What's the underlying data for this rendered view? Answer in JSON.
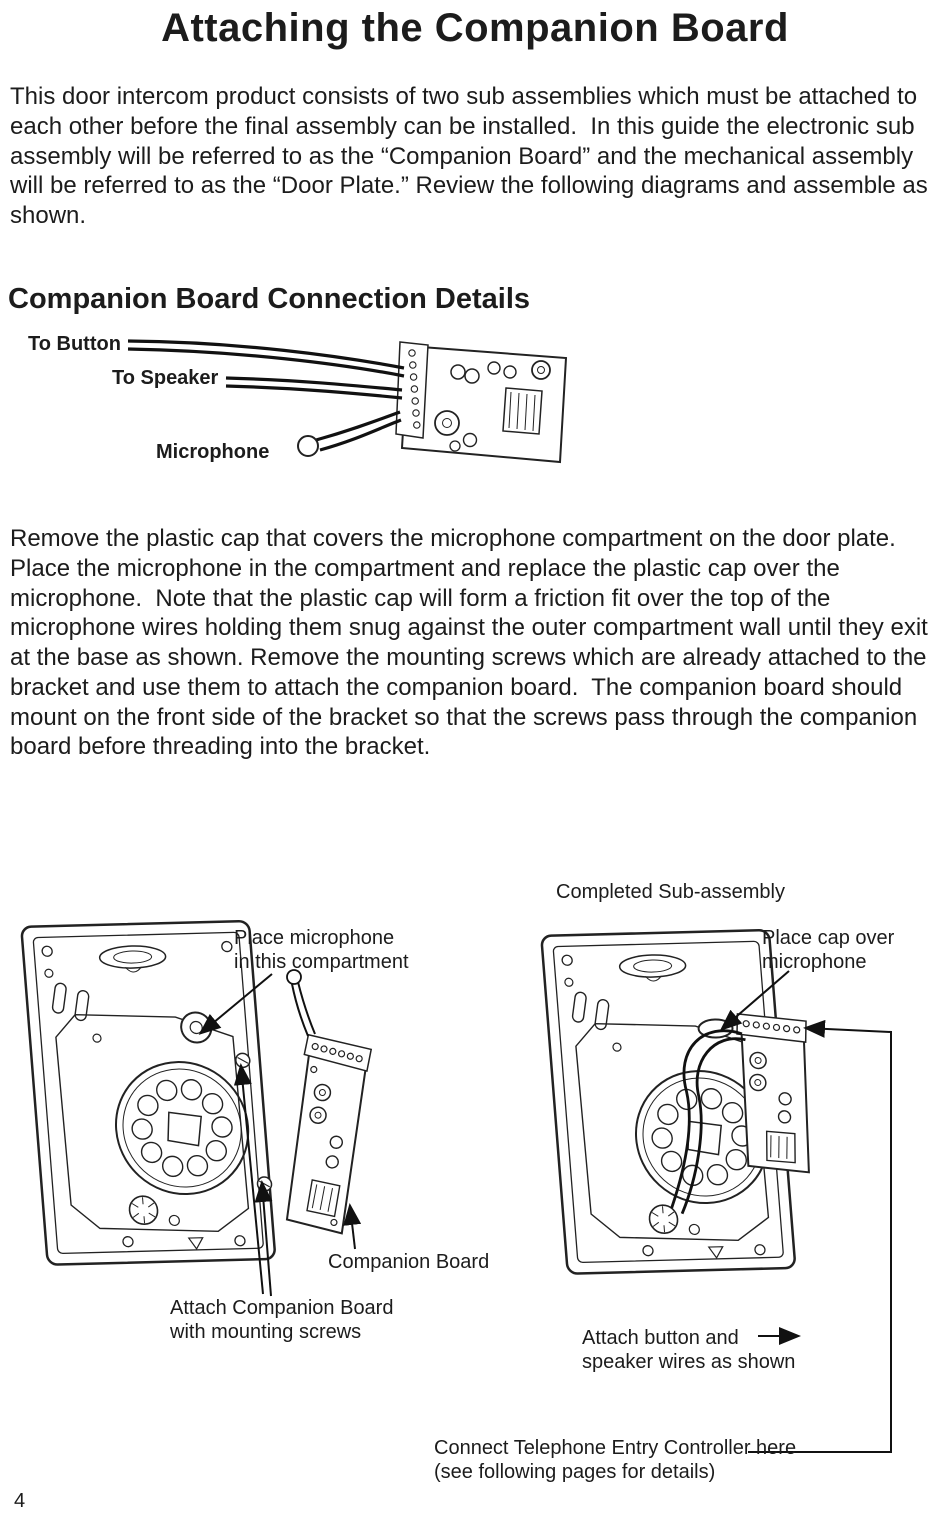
{
  "page": {
    "title": "Attaching the Companion Board",
    "page_number": "4"
  },
  "intro": {
    "text": "This door intercom product consists of two sub assemblies which must be attached to each other before the final assembly can be installed.  In this guide the electronic sub assembly will be referred to as the “Companion Board” and the mechanical assembly will be referred to as the “Door Plate.” Review the following diagrams and assemble as shown."
  },
  "connection_section": {
    "heading": "Companion Board Connection Details",
    "labels": {
      "button": "To Button",
      "speaker": "To Speaker",
      "microphone": "Microphone"
    }
  },
  "instructions": {
    "text": "Remove the plastic cap that covers the microphone compartment on the door plate.  Place the microphone in the compartment and replace the plastic cap over the microphone.  Note that the plastic cap will form a friction fit over the top of the microphone wires holding them snug against the outer compartment wall until they exit at the base as shown. Remove the mounting screws which are already attached to the bracket and use them to attach the companion board.  The companion board should mount on the front side of the bracket so that the screws pass through the companion board before threading into the bracket."
  },
  "assembly_section": {
    "completed_caption": "Completed Sub-assembly",
    "left": {
      "place_microphone": "Place microphone\nin this compartment",
      "companion_board": "Companion Board",
      "attach_screws": "Attach Companion Board\nwith mounting screws"
    },
    "right": {
      "place_cap": "Place cap over\nmicrophone",
      "attach_wires": "Attach button and\nspeaker wires as shown",
      "connect_controller": "Connect Telephone Entry Controller here\n(see following pages for details)"
    }
  }
}
